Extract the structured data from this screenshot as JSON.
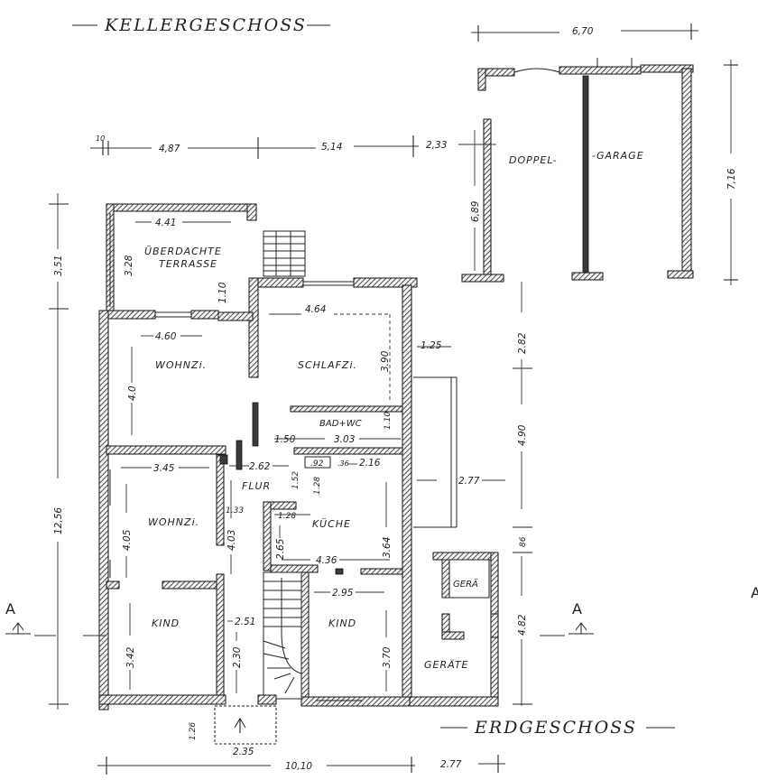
{
  "titles": {
    "basement": "KELLERGESCHOSS",
    "ground_floor": "ERDGESCHOSS"
  },
  "rooms": {
    "garage_left": "DOPPEL-",
    "garage_right": "-GARAGE",
    "terrace_1": "ÜBERDACHTE",
    "terrace_2": "TERRASSE",
    "living_top": "WOHNZi.",
    "bedroom": "SCHLAFZi.",
    "bath": "BAD+WC",
    "hall": "FLUR",
    "living_mid": "WOHNZi.",
    "kitchen": "KÜCHE",
    "child_left": "KIND",
    "child_right": "KIND",
    "tools_small": "GERÄ",
    "tools": "GERÄTE"
  },
  "section_markers": {
    "label": "A"
  },
  "dimensions": {
    "garage_width": "6,70",
    "garage_depth": "7,16",
    "garage_inner": "6,89",
    "top_10": "10",
    "top_487": "4,87",
    "top_514": "5,14",
    "top_233": "2,33",
    "left_351": "3,51",
    "left_1256": "12,56",
    "terrace_w": "4.41",
    "terrace_h": "3.28",
    "stair_110": "1.10",
    "bed_w": "4.64",
    "bed_h": "3.90",
    "liv_w": "4.60",
    "liv_h": "4.0",
    "r_125": "1.25",
    "r_282": "2.82",
    "r_490": "4.90",
    "r_277a": "2.77",
    "r_86": "86",
    "r_482": "4.82",
    "bath_150": "1.50",
    "bath_303": "3.03",
    "bath_110": "1.10",
    "liv2_w": "3.45",
    "hall_262": "2.62",
    "d_152": "1.52",
    "d_92": ".92",
    "d_36": ".36",
    "d_216": "2.16",
    "d_128a": "1.28",
    "d_133": "1.33",
    "d_128b": "1.28",
    "liv2_h": "4.05",
    "d_403": "4.03",
    "d_265": "2.65",
    "kit_h": "3.64",
    "kit_w": "4.36",
    "kid_r_w": "2.95",
    "kid_l_h": "3.42",
    "d_251": "2.51",
    "d_230": "2.30",
    "kid_r_h": "3.70",
    "b_126": "1.26",
    "b_235": "2.35",
    "b_1010": "10,10",
    "b_277": "2.77"
  }
}
